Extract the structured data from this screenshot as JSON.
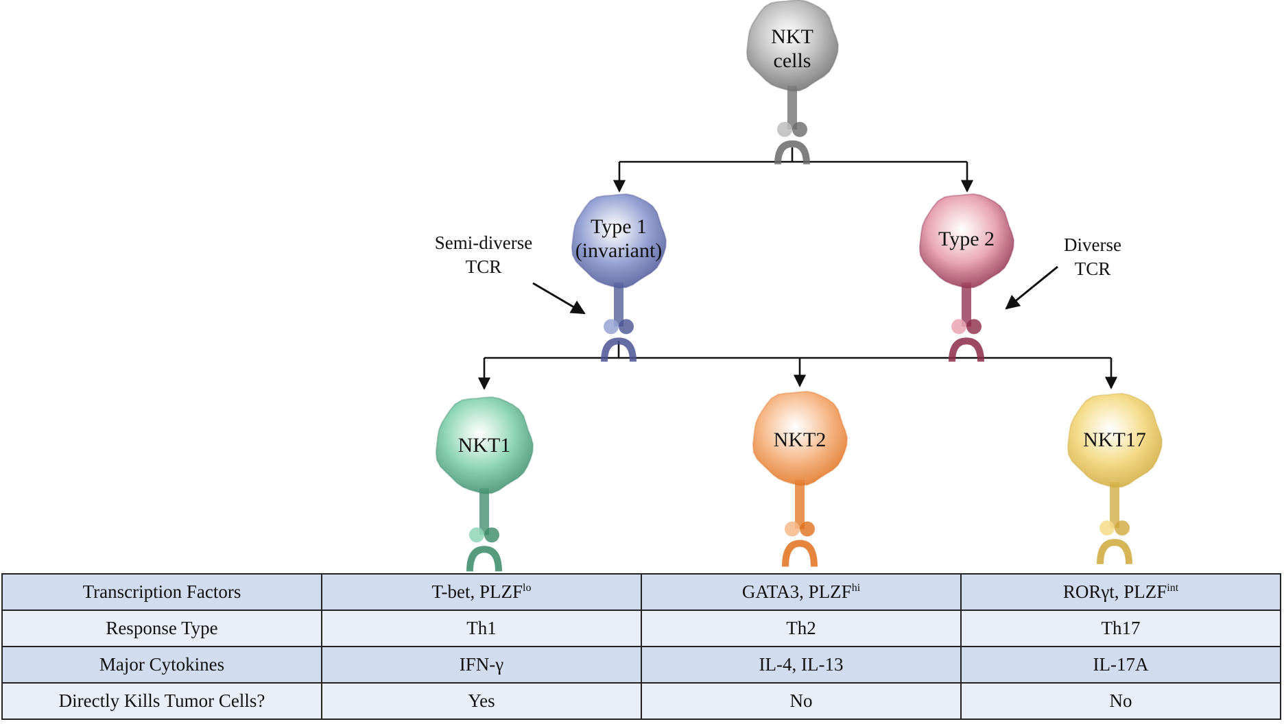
{
  "diagram": {
    "root": {
      "line1": "NKT",
      "line2": "cells",
      "color": "#bdbdbd",
      "dark": "#6a6a6a"
    },
    "type1": {
      "line1": "Type 1",
      "line2": "(invariant)",
      "color": "#98a4d4",
      "dark": "#4a5494"
    },
    "type2": {
      "line1": "Type 2",
      "color": "#e9a6b4",
      "dark": "#8c2a4a"
    },
    "nkt1": {
      "label": "NKT1",
      "color": "#8fd6b6",
      "dark": "#3a8a68"
    },
    "nkt2": {
      "label": "NKT2",
      "color": "#f6b98a",
      "dark": "#e0701c"
    },
    "nkt17": {
      "label": "NKT17",
      "color": "#f5dc8a",
      "dark": "#cfa83a"
    },
    "semi_diverse": {
      "line1": "Semi-diverse",
      "line2": "TCR"
    },
    "diverse": {
      "line1": "Diverse",
      "line2": "TCR"
    }
  },
  "table": {
    "rows": [
      {
        "label": "Transcription Factors",
        "cells": [
          {
            "main": "T-bet, PLZF",
            "sup": "lo"
          },
          {
            "main": "GATA3, PLZF",
            "sup": "hi"
          },
          {
            "main": "RORγt, PLZF",
            "sup": "int"
          }
        ]
      },
      {
        "label": "Response Type",
        "cells": [
          {
            "main": "Th1"
          },
          {
            "main": "Th2"
          },
          {
            "main": "Th17"
          }
        ]
      },
      {
        "label": "Major Cytokines",
        "cells": [
          {
            "main": "IFN-γ"
          },
          {
            "main": "IL-4, IL-13"
          },
          {
            "main": "IL-17A"
          }
        ]
      },
      {
        "label": "Directly Kills Tumor Cells?",
        "cells": [
          {
            "main": "Yes"
          },
          {
            "main": "No"
          },
          {
            "main": "No"
          }
        ]
      }
    ]
  }
}
